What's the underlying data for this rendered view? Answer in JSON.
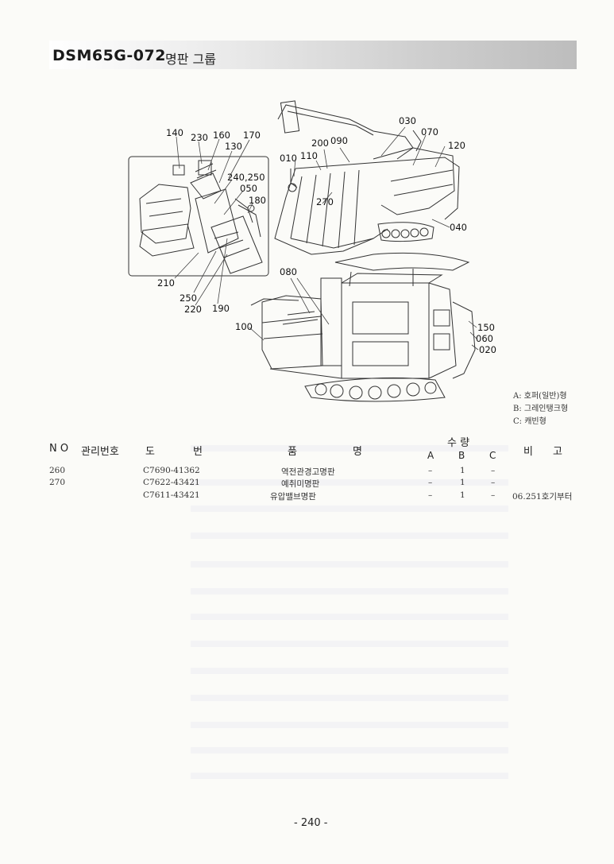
{
  "header": {
    "code": "DSM65G-072",
    "title": "명판 그룹"
  },
  "callouts": {
    "c140": "140",
    "c230": "230",
    "c160": "160",
    "c170": "170",
    "c130": "130",
    "c240_250": "240,250",
    "c050": "050",
    "c180": "180",
    "c210": "210",
    "c250": "250",
    "c220": "220",
    "c190": "190",
    "c200": "200",
    "c090": "090",
    "c010": "010",
    "c110": "110",
    "c270": "270",
    "c030": "030",
    "c070": "070",
    "c120": "120",
    "c040": "040",
    "c080": "080",
    "c100": "100",
    "c150": "150",
    "c060": "060",
    "c020": "020"
  },
  "legend": [
    "A: 호퍼(일반)형",
    "B: 그레인탱크형",
    "C: 캐빈형"
  ],
  "table": {
    "headers": {
      "no": "N O",
      "mgmt": "관리번호",
      "drawing_1": "도",
      "drawing_2": "번",
      "name_1": "품",
      "name_2": "명",
      "qty": "수 량",
      "qty_a": "A",
      "qty_b": "B",
      "qty_c": "C",
      "remark_1": "비",
      "remark_2": "고"
    },
    "rows": [
      {
        "no": "260",
        "drawing": "C7690-41362",
        "name": "역전관경고명판",
        "a": "–",
        "b": "1",
        "c": "–",
        "remark": ""
      },
      {
        "no": "270",
        "drawing": "C7622-43421",
        "name": "예취미명판",
        "a": "–",
        "b": "1",
        "c": "–",
        "remark": ""
      },
      {
        "no": "",
        "drawing": "C7611-43421",
        "name": "유압밸브명판",
        "a": "–",
        "b": "1",
        "c": "–",
        "remark": "06.251호기부터"
      }
    ]
  },
  "footer": {
    "page": "- 240 -"
  }
}
